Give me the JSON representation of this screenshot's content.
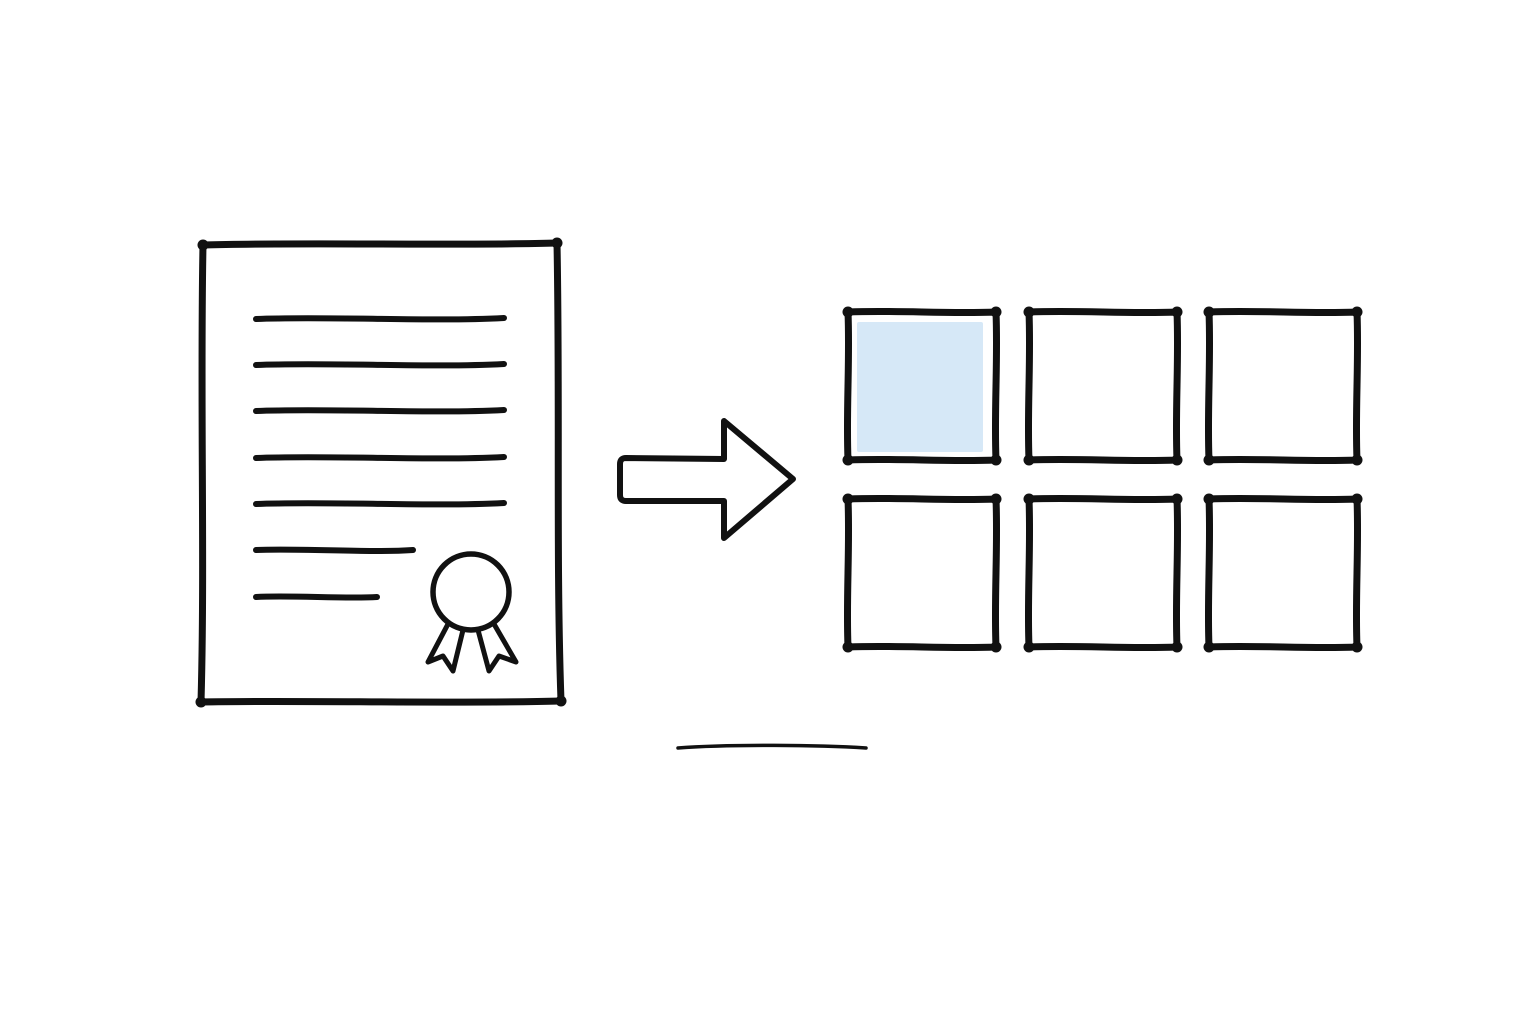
{
  "diagram": {
    "ink_color": "#111111",
    "background_color": "#ffffff",
    "highlight_color": "#d6e8f7",
    "source": {
      "type": "document",
      "icon": "certificate-document-icon",
      "text_line_count": 7,
      "has_award_seal": true
    },
    "connector": {
      "icon": "arrow-right-icon",
      "direction": "right"
    },
    "target": {
      "type": "grid",
      "rows": 2,
      "columns": 3,
      "highlighted_cells": [
        [
          0,
          0
        ]
      ]
    }
  }
}
